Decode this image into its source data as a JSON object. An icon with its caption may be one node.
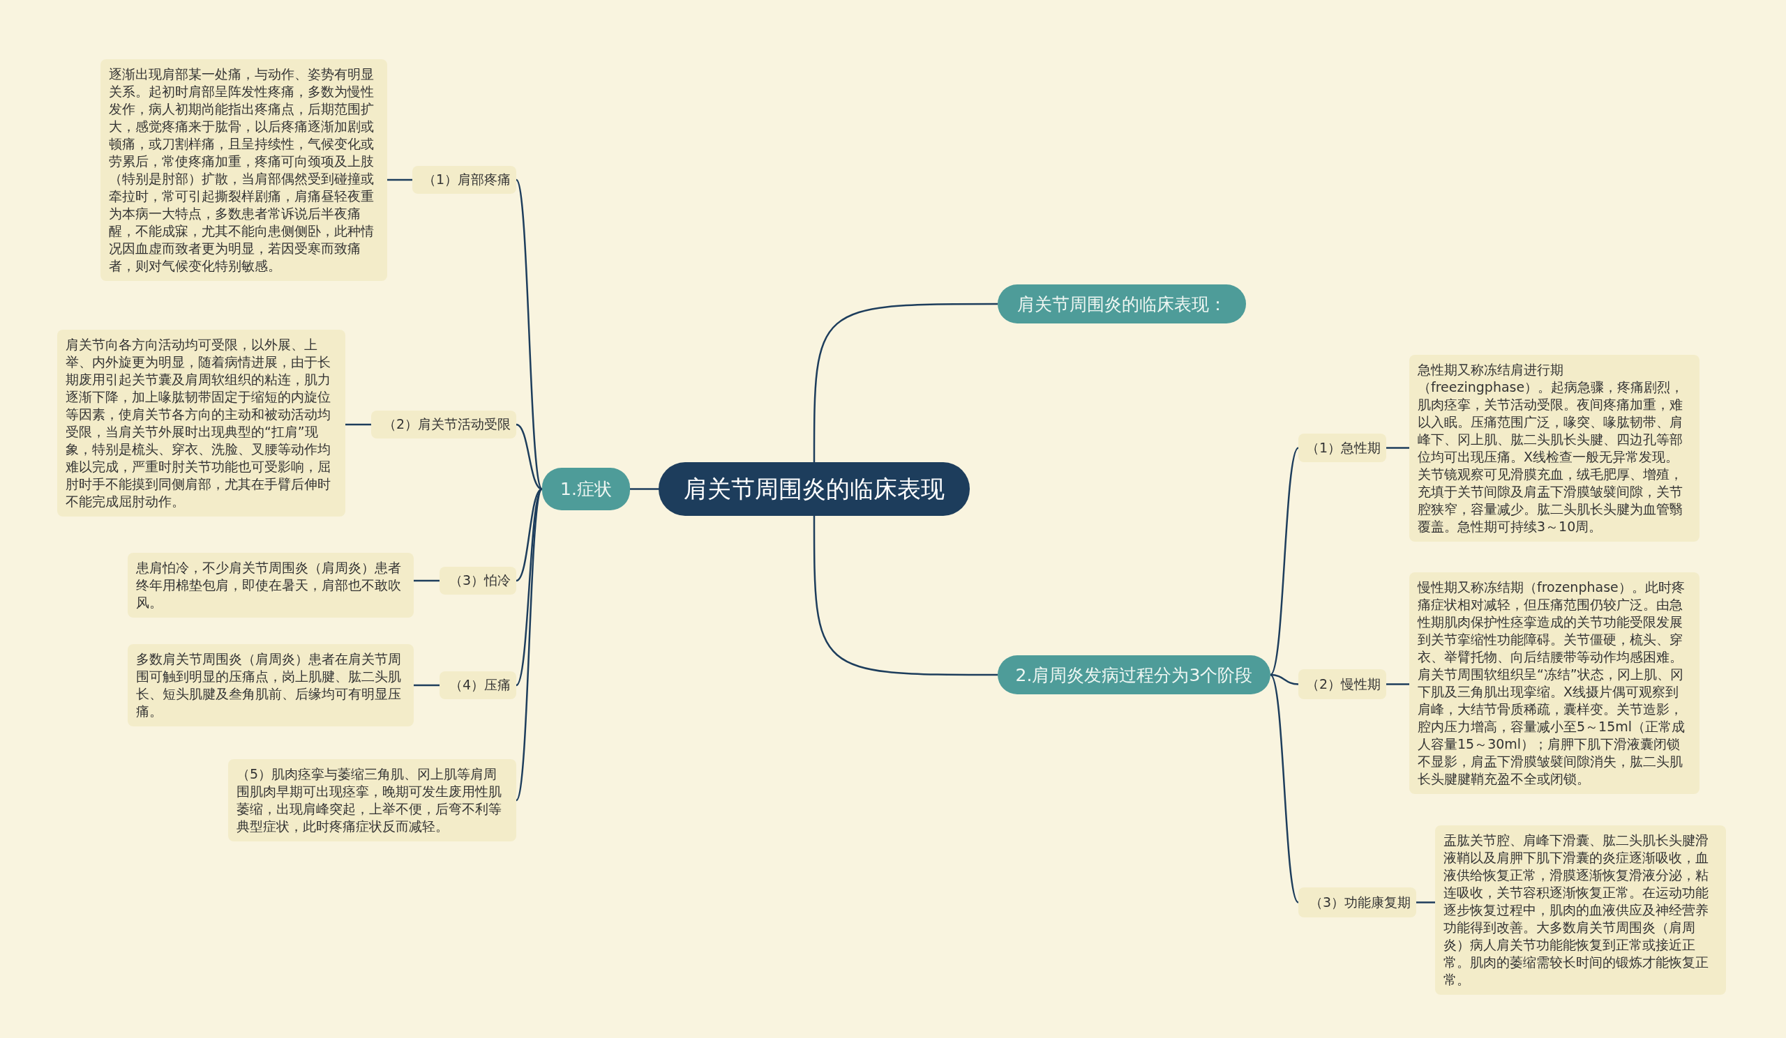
{
  "diagram": {
    "nodes": [
      {
        "text": [
          "肩关节周围炎的临床表现"
        ]
      },
      {
        "text": [
          "1.症状"
        ]
      },
      {
        "text": [
          "（1）肩部疼痛"
        ]
      },
      {
        "text": [
          "逐渐出现肩部某一处痛，与动作、姿势有明显关系。起初时肩部呈阵发性疼痛，多数为慢性发作，病人初期尚能指出疼痛点，后期范围扩大，感觉疼痛来于肱骨，以后疼痛逐渐加剧或顿痛，或刀割样痛，且呈持续性，气候变化或劳累后，常使疼痛加重，疼痛可向颈项及上肢（特别是肘部）扩散，当肩部偶然受到碰撞或牵拉时，常可引起撕裂样剧痛，肩痛昼轻夜重为本病一大特点，多数患者常诉说后半夜痛醒，不能成寐，尤其不能向患侧侧卧，此种情况因血虚而致者更为明显，若因受寒而致痛者，则对气候变化特别敏感。"
        ]
      },
      {
        "text": [
          "（2）肩关节活动受限"
        ]
      },
      {
        "text": [
          "肩关节向各方向活动均可受限，以外展、上举、内外旋更为明显，随着病情进展，由于长期废用引起关节囊及肩周软组织的粘连，肌力逐渐下降，加上喙肱韧带固定于缩短的内旋位等因素，使肩关节各方向的主动和被动活动均受限，当肩关节外展时出现典型的“扛肩”现象，特别是梳头、穿衣、洗脸、叉腰等动作均难以完成，严重时肘关节功能也可受影响，屈肘时手不能摸到同侧肩部，尤其在手臂后伸时不能完成屈肘动作。"
        ]
      },
      {
        "text": [
          "（3）怕冷"
        ]
      },
      {
        "text": [
          "患肩怕冷，不少肩关节周围炎（肩周炎）患者终年用棉垫包肩，即使在暑天，肩部也不敢吹风。"
        ]
      },
      {
        "text": [
          "（4）压痛"
        ]
      },
      {
        "text": [
          "多数肩关节周围炎（肩周炎）患者在肩关节周围可触到明显的压痛点，岗上肌腱、肱二头肌长、短头肌腱及叁角肌前、后缘均可有明显压痛。"
        ]
      },
      {
        "text": [
          "（5）肌肉痉挛与萎缩三角肌、冈上肌等肩周围肌肉早期可出现痉挛，晚期可发生废用性肌萎缩，出现肩峰突起，上举不便，后弯不利等典型症状，此时疼痛症状反而减轻。"
        ]
      },
      {
        "text": [
          "肩关节周围炎的临床表现："
        ]
      },
      {
        "text": [
          "2.肩周炎发病过程分为3个阶段"
        ]
      },
      {
        "text": [
          "（1）急性期"
        ]
      },
      {
        "text": [
          "急性期又称冻结肩进行期（freezingphase）。起病急骤，疼痛剧烈，肌肉痉挛，关节活动受限。夜间疼痛加重，难以入眠。压痛范围广泛，喙突、喙肱韧带、肩峰下、冈上肌、肱二头肌长头腱、四边孔等部位均可出现压痛。X线检查一般无异常发现。关节镜观察可见滑膜充血，绒毛肥厚、增殖，充填于关节间隙及肩盂下滑膜皱襞间隙，关节腔狭窄，容量减少。肱二头肌长头腱为血管翳覆盖。急性期可持续3～10周。"
        ]
      },
      {
        "text": [
          "（2）慢性期"
        ]
      },
      {
        "text": [
          "慢性期又称冻结期（frozenphase）。此时疼痛症状相对减轻，但压痛范围仍较广泛。由急性期肌肉保护性痉挛造成的关节功能受限发展到关节挛缩性功能障碍。关节僵硬，梳头、穿衣、举臂托物、向后结腰带等动作均感困难。肩关节周围软组织呈“冻结”状态，冈上肌、冈下肌及三角肌出现挛缩。X线摄片偶可观察到肩峰，大结节骨质稀疏，囊样变。关节造影，腔内压力增高，容量减小至5～15ml（正常成人容量15～30ml）；肩胛下肌下滑液囊闭锁不显影，肩盂下滑膜皱襞间隙消失，肱二头肌长头腱腱鞘充盈不全或闭锁。"
        ]
      },
      {
        "text": [
          "（3）功能康复期"
        ]
      },
      {
        "text": [
          "盂肱关节腔、肩峰下滑囊、肱二头肌长头腱滑液鞘以及肩胛下肌下滑囊的炎症逐渐吸收，血液供给恢复正常，滑膜逐渐恢复滑液分泌，粘连吸收，关节容积逐渐恢复正常。在运动功能逐步恢复过程中，肌肉的血液供应及神经营养功能得到改善。大多数肩关节周围炎（肩周炎）病人肩关节功能能恢复到正常或接近正常。肌肉的萎缩需较长时间的锻炼才能恢复正常。"
        ]
      }
    ],
    "edges": [
      {
        "from": 0,
        "to": 1,
        "arrow": "none"
      },
      {
        "from": 0,
        "to": 11,
        "arrow": "none"
      },
      {
        "from": 0,
        "to": 12,
        "arrow": "none"
      },
      {
        "from": 1,
        "to": 2,
        "arrow": "none"
      },
      {
        "from": 1,
        "to": 4,
        "arrow": "none"
      },
      {
        "from": 1,
        "to": 6,
        "arrow": "none"
      },
      {
        "from": 1,
        "to": 8,
        "arrow": "none"
      },
      {
        "from": 1,
        "to": 10,
        "arrow": "none"
      },
      {
        "from": 2,
        "to": 3,
        "arrow": "none"
      },
      {
        "from": 4,
        "to": 5,
        "arrow": "none"
      },
      {
        "from": 6,
        "to": 7,
        "arrow": "none"
      },
      {
        "from": 8,
        "to": 9,
        "arrow": "none"
      },
      {
        "from": 12,
        "to": 13,
        "arrow": "none"
      },
      {
        "from": 12,
        "to": 15,
        "arrow": "none"
      },
      {
        "from": 12,
        "to": 17,
        "arrow": "none"
      },
      {
        "from": 13,
        "to": 14,
        "arrow": "none"
      },
      {
        "from": 15,
        "to": 16,
        "arrow": "none"
      },
      {
        "from": 17,
        "to": 18,
        "arrow": "none"
      }
    ]
  }
}
